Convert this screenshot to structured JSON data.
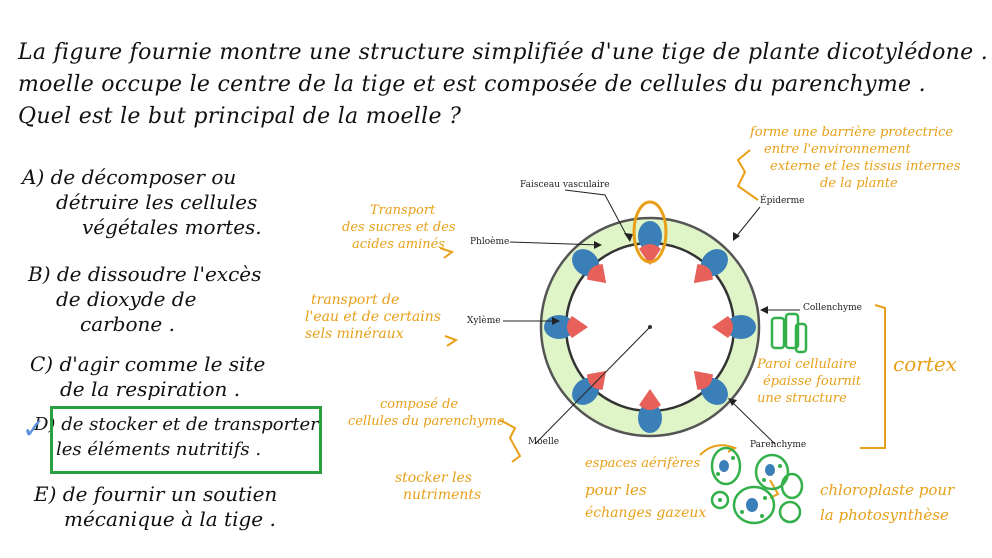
{
  "question": {
    "lines": [
      "La figure fournie montre une structure simplifiée d'une tige de plante dicotylédone . La",
      "moelle occupe le centre de la tige et est composée de cellules du parenchyme .",
      "Quel est le but principal de la moelle ?"
    ]
  },
  "options": [
    {
      "letter": "A)",
      "lines": [
        "de décomposer ou",
        "détruire les cellules",
        "végétales mortes."
      ]
    },
    {
      "letter": "B)",
      "lines": [
        "de dissoudre l'excès",
        "de dioxyde de",
        "carbone ."
      ]
    },
    {
      "letter": "C)",
      "lines": [
        "d'agir comme le site",
        "de la respiration ."
      ]
    },
    {
      "letter": "D)",
      "lines": [
        "de stocker et de transporter",
        "les éléments nutritifs ."
      ]
    },
    {
      "letter": "E)",
      "lines": [
        "de fournir un soutien",
        "mécanique à la tige ."
      ]
    }
  ],
  "diagram_labels": {
    "faisceau": "Faisceau vasculaire",
    "phloeme": "Phloème",
    "xyleme": "Xylème",
    "moelle": "Moelle",
    "epiderme": "Épiderme",
    "collenchyme": "Collenchyme",
    "parenchyme": "Parenchyme"
  },
  "notes": {
    "transport_sucres": [
      "Transport",
      "des sucres et des",
      "acides aminés"
    ],
    "transport_eau": [
      "transport de",
      "l'eau et de certains",
      "sels minéraux"
    ],
    "compose": [
      "composé de",
      "cellules du parenchyme"
    ],
    "stocker": [
      "stocker les",
      "nutriments"
    ],
    "barriere": [
      "forme une barrière protectrice",
      "entre l'environnement",
      "externe et les tissus internes",
      "de la plante"
    ],
    "paroi": [
      "Paroi cellulaire",
      "épaisse fournit",
      "une structure"
    ],
    "cortex": "cortex",
    "espaces": [
      "espaces aérifères",
      "pour les",
      "échanges gazeux"
    ],
    "chloroplaste": [
      "chloroplaste pour",
      "la photosynthèse"
    ]
  },
  "colors": {
    "annotation": "#e8a019",
    "answer_box": "#2aa043",
    "check": "#5a8fe0",
    "cortex_fill": "#dff5c8",
    "phloem": "#3b7fb8",
    "xylem": "#e8605a",
    "collenchyma": "#34b04a"
  },
  "selected_answer": "D"
}
